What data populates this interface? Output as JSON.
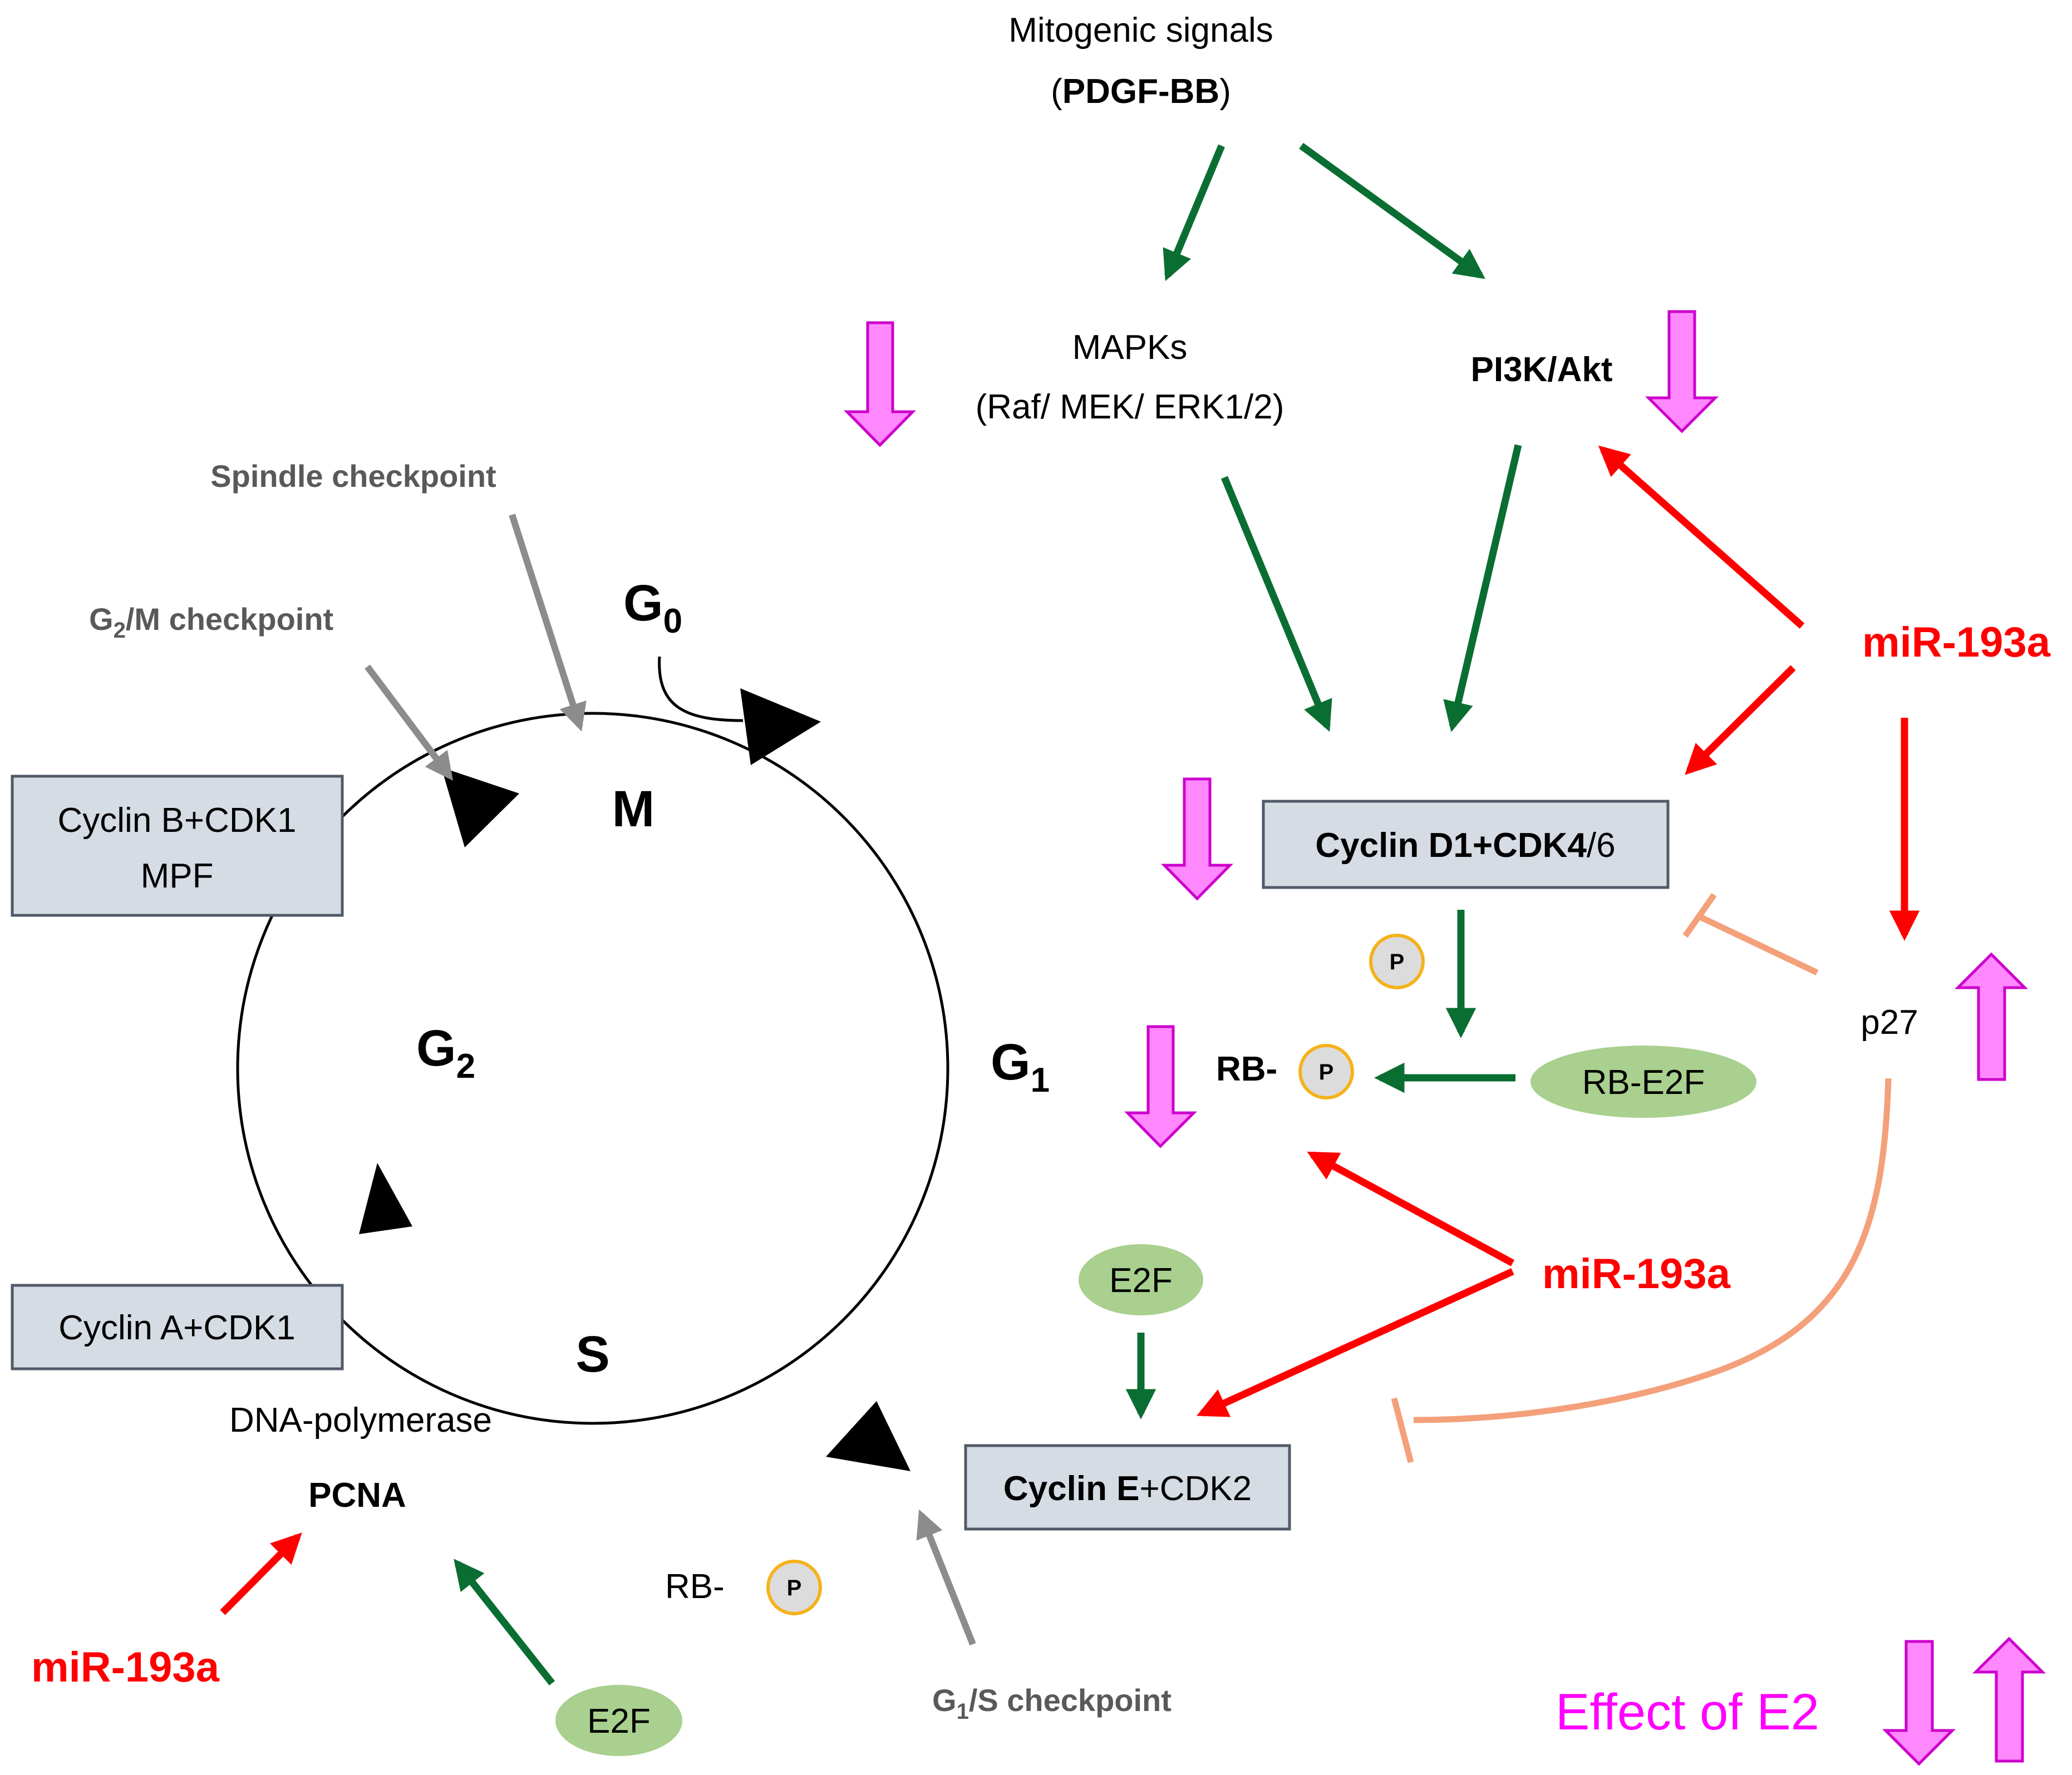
{
  "header": {
    "mitogenic_line1": "Mitogenic signals",
    "mitogenic_open": "(",
    "mitogenic_bold": "PDGF-BB",
    "mitogenic_close": ")"
  },
  "pathways": {
    "mapk_line1": "MAPKs",
    "mapk_line2": "(Raf/ MEK/ ERK1/2)",
    "pi3k": "PI3K/Akt"
  },
  "cycle": {
    "phases": {
      "g0": "G",
      "g0_sub": "0",
      "m": "M",
      "g1": "G",
      "g1_sub": "1",
      "g2": "G",
      "g2_sub": "2",
      "s": "S"
    }
  },
  "checkpoints": {
    "spindle": "Spindle checkpoint",
    "g2m_g": "G",
    "g2m_sub": "2",
    "g2m_rest": "/M checkpoint",
    "g1s_g": "G",
    "g1s_sub": "1",
    "g1s_rest": "/S checkpoint"
  },
  "complexes": {
    "cyclin_b_line1": "Cyclin B+CDK1",
    "cyclin_b_line2": "MPF",
    "cyclin_a": "Cyclin A+CDK1",
    "cyclin_d1_bold": "Cyclin D1+CDK4",
    "cyclin_d1_rest": "/6",
    "cyclin_e_bold": "Cyclin E",
    "cyclin_e_rest": "+CDK2"
  },
  "molecules": {
    "rb_e2f": "RB-E2F",
    "rb_prefix_bold": "RB-",
    "rb_prefix": "RB-",
    "phospho": "P",
    "e2f": "E2F",
    "p27": "p27",
    "dna_polymerase": "DNA-polymerase",
    "pcna": "PCNA"
  },
  "mirna": {
    "top_right": "miR-193a",
    "middle": "miR-193a",
    "bottom_left": "miR-193a"
  },
  "legend": {
    "effect_label": "Effect of E2"
  },
  "colors": {
    "activation_green": "#0a6e32",
    "mirna_red": "#ff0000",
    "inhibition_salmon": "#f4a07a",
    "checkpoint_gray": "#8c8c8c",
    "e2_effect_magenta": "#ff00ff",
    "e2_arrow_fill": "#ff88ff",
    "complex_box_fill": "#d6dce4",
    "e2f_ellipse_fill": "#a9d08e",
    "phospho_outline": "#f5b21b"
  }
}
